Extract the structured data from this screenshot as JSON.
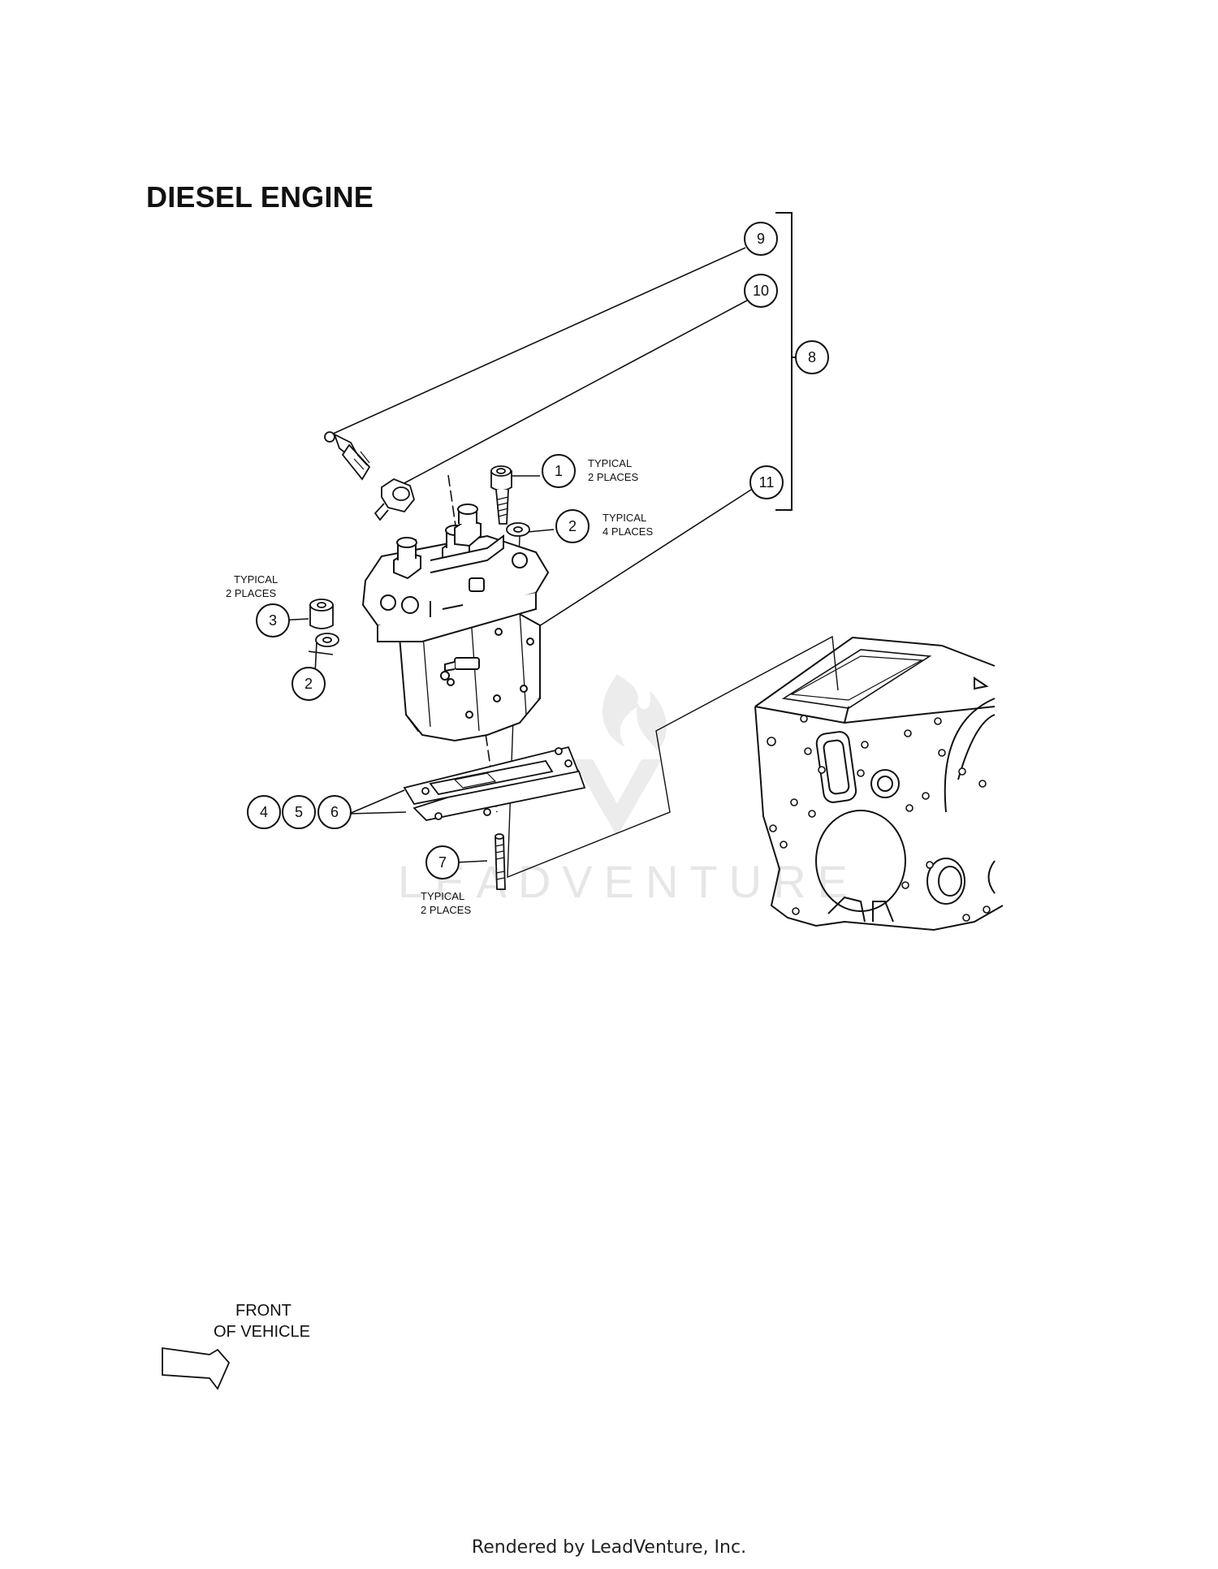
{
  "title": "DIESEL ENGINE",
  "callouts": [
    {
      "id": "c1",
      "label": "1"
    },
    {
      "id": "c2a",
      "label": "2"
    },
    {
      "id": "c2b",
      "label": "2"
    },
    {
      "id": "c3",
      "label": "3"
    },
    {
      "id": "c4",
      "label": "4"
    },
    {
      "id": "c5",
      "label": "5"
    },
    {
      "id": "c6",
      "label": "6"
    },
    {
      "id": "c7",
      "label": "7"
    },
    {
      "id": "c8",
      "label": "8"
    },
    {
      "id": "c9",
      "label": "9"
    },
    {
      "id": "c10",
      "label": "10"
    },
    {
      "id": "c11",
      "label": "11"
    }
  ],
  "notes": {
    "n1": [
      "TYPICAL",
      "2 PLACES"
    ],
    "n2": [
      "TYPICAL",
      "4 PLACES"
    ],
    "n3": [
      "TYPICAL",
      "2 PLACES"
    ],
    "n7": [
      "TYPICAL",
      "2 PLACES"
    ]
  },
  "front_label": [
    "FRONT",
    "OF VEHICLE"
  ],
  "watermark": "LEADVENTURE",
  "footer": "Rendered by LeadVenture, Inc.",
  "colors": {
    "ink": "#111111",
    "watermark": "#e6e6e6",
    "background": "#ffffff"
  }
}
